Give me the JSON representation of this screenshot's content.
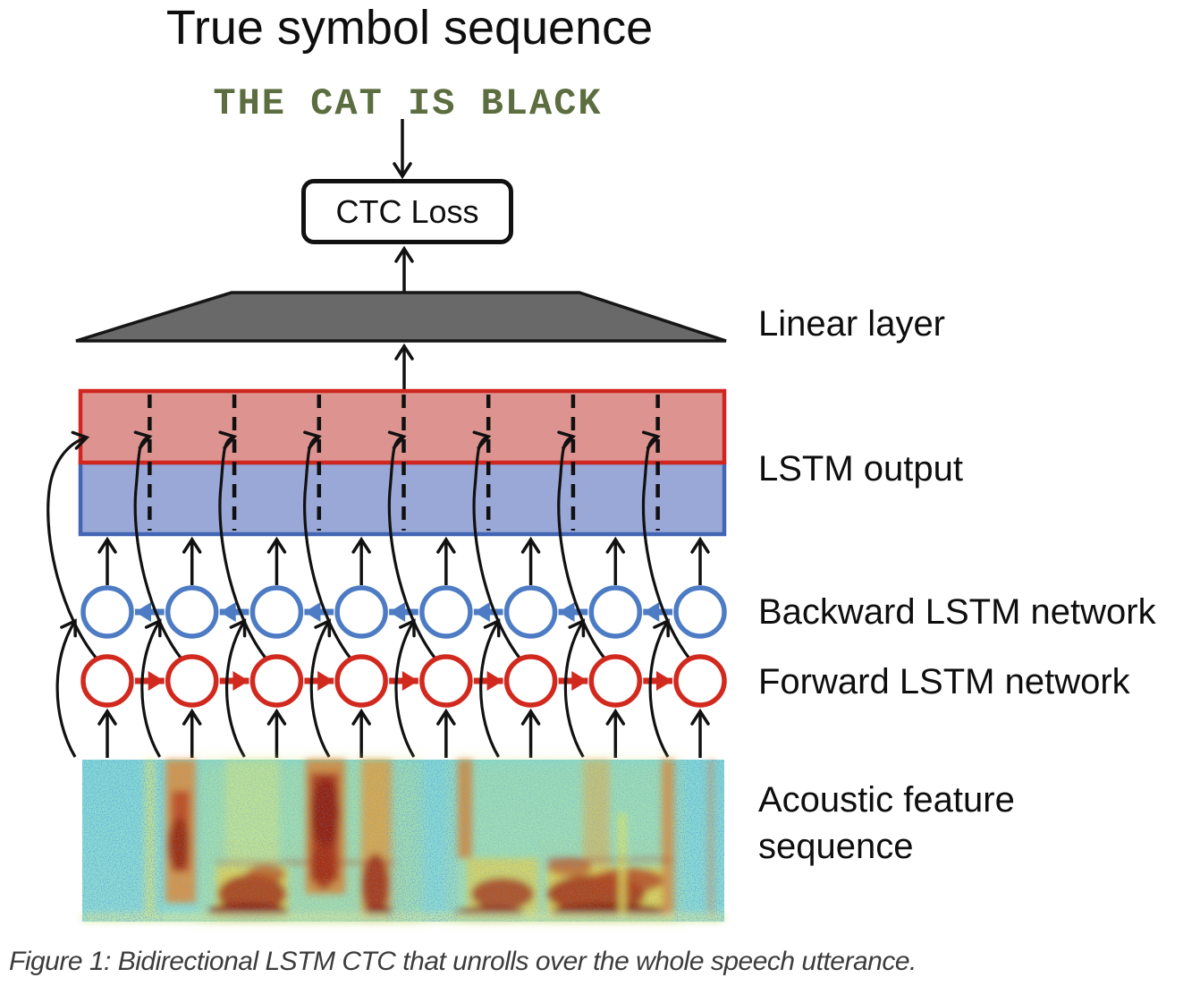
{
  "page": {
    "background": "#ffffff"
  },
  "diagram": {
    "title": "True symbol sequence",
    "true_symbol_sequence": "THE CAT IS BLACK",
    "ctc_loss_label": "CTC Loss",
    "layer_labels": {
      "linear_layer": "Linear layer",
      "lstm_output": "LSTM output",
      "backward_lstm": "Backward LSTM network",
      "forward_lstm": "Forward LSTM network",
      "acoustic_feature": "Acoustic feature sequence"
    },
    "caption": "Figure 1: Bidirectional LSTM CTC that unrolls over the whole speech utterance.",
    "timesteps": 8,
    "colors": {
      "forward_red": "#d2291f",
      "backward_blue": "#4d7cc4",
      "lstm_output_red_fill": "#dd9490",
      "lstm_output_blue_fill": "#99a8d6",
      "linear_layer_gray": "#696969",
      "symbol_sequence_green": "#5c6d3f",
      "caption_gray": "#3c3c3c",
      "arrow_black": "#111111"
    }
  }
}
